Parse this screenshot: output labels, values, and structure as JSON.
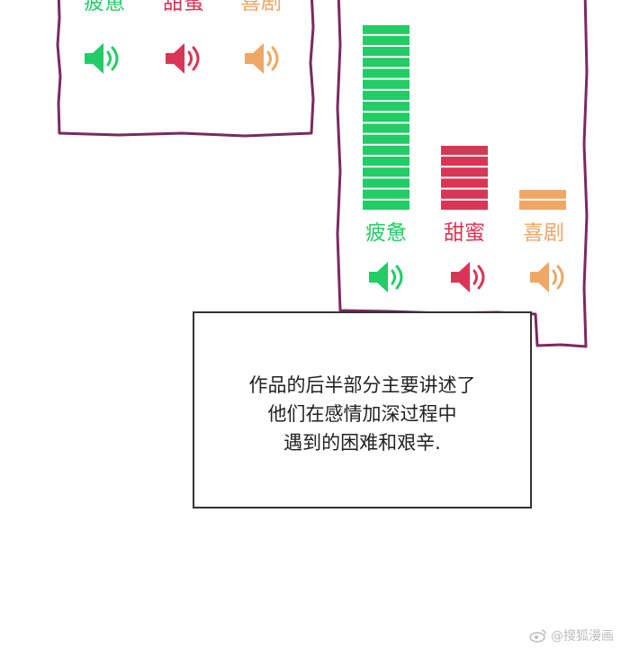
{
  "colors": {
    "frame": "#7a2a5e",
    "green": "#22cc66",
    "red": "#d93555",
    "orange": "#f0a765",
    "text": "#222222"
  },
  "left_panel": {
    "moods": [
      {
        "label": "疲惫",
        "icon": "speaker-icon",
        "color": "#22cc66"
      },
      {
        "label": "甜蜜",
        "icon": "speaker-icon",
        "color": "#d93555"
      },
      {
        "label": "喜剧",
        "icon": "speaker-icon",
        "color": "#f0a765"
      }
    ]
  },
  "right_panel": {
    "moods": [
      {
        "label": "疲惫",
        "icon": "speaker-icon",
        "color": "#22cc66",
        "level_segments": 17
      },
      {
        "label": "甜蜜",
        "icon": "speaker-icon",
        "color": "#d93555",
        "level_segments": 6
      },
      {
        "label": "喜剧",
        "icon": "speaker-icon",
        "color": "#f0a765",
        "level_segments": 2
      }
    ]
  },
  "caption": {
    "lines": [
      "作品的后半部分主要讲述了",
      "他们在感情加深过程中",
      "遇到的困难和艰辛."
    ]
  },
  "watermark": {
    "text": "@搜狐漫画",
    "icon": "weibo-icon"
  }
}
